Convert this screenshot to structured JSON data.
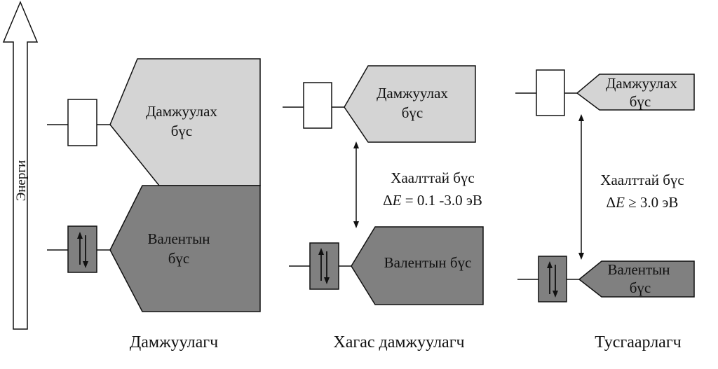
{
  "colors": {
    "conduction_band": "#d4d4d4",
    "valence_band": "#808080",
    "outline": "#111111",
    "background": "#ffffff"
  },
  "axis": {
    "label": "Энерги"
  },
  "materials": [
    {
      "caption": "Дамжуулагч",
      "conduction": {
        "line1": "Дамжуулах",
        "line2": "бүс"
      },
      "valence": {
        "line1": "Валентын",
        "line2": "бүс"
      }
    },
    {
      "caption": "Хагас дамжуулагч",
      "conduction": {
        "line1": "Дамжуулах",
        "line2": "бүс"
      },
      "valence": {
        "line1": "Валентын бүс",
        "line2": ""
      },
      "gap": {
        "label": "Хаалттай бүс",
        "formula_prefix": "Δ",
        "formula_var": "E",
        "formula_value": " = 0.1 -3.0 эВ"
      }
    },
    {
      "caption": "Тусгаарлагч",
      "conduction": {
        "line1": "Дамжуулах",
        "line2": "бүс"
      },
      "valence": {
        "line1": "Валентын",
        "line2": "бүс"
      },
      "gap": {
        "label": "Хаалттай бүс",
        "formula_prefix": "Δ",
        "formula_var": "E",
        "formula_value": " ≥ 3.0  эВ"
      }
    }
  ]
}
